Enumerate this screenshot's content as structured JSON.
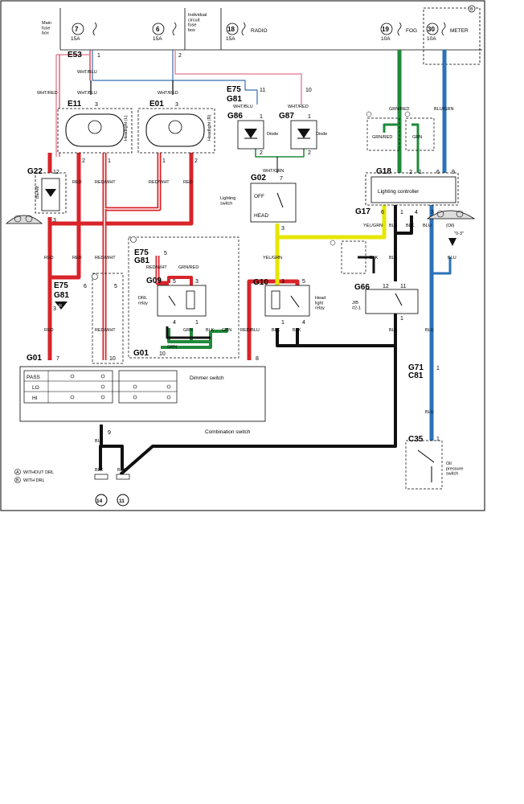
{
  "fuse_box": {
    "main_label": "Main\nfuse\nbox",
    "individual_label": "Individual\ncircuit\nfuse\nbox",
    "fuses": [
      {
        "num": "7",
        "amp": "15A",
        "name": ""
      },
      {
        "num": "6",
        "amp": "15A",
        "name": ""
      },
      {
        "num": "18",
        "amp": "15A",
        "name": "RADIO"
      },
      {
        "num": "19",
        "amp": "10A",
        "name": "FOG"
      },
      {
        "num": "30",
        "amp": "10A",
        "name": "METER"
      }
    ],
    "note_marker": "B"
  },
  "connectors": {
    "e53": "E53",
    "e11": "E11",
    "e01": "E01",
    "e75a": "E75",
    "g81a": "G81",
    "g86": "G86",
    "g87": "G87",
    "g22": "G22",
    "g02": "G02",
    "g18": "G18",
    "g17": "G17",
    "e75b": "E75",
    "g81b": "G81",
    "g09": "G09",
    "g10": "G10",
    "g66": "G66",
    "e75c": "E75",
    "g81c": "G81",
    "g01a": "G01",
    "g01b": "G01",
    "g71": "G71",
    "c81": "C81",
    "c35": "C35"
  },
  "components": {
    "headlight_l": "Headlight (L)",
    "headlight_r": "Headlight (R)",
    "diode_1": "Diode",
    "diode_2": "Diode",
    "lighting_switch": "Lighting\nswitch",
    "lighting_switch_off": "OFF",
    "lighting_switch_head": "HEAD",
    "lighting_controller": "Lighting controller",
    "drl_relay": "DRL\nrelay",
    "head_light_relay": "Head\nlight\nrelay",
    "jb": "J/B\n#2-1",
    "dimmer_switch": "Dimmer switch",
    "combination_switch": "Combination switch",
    "oil_pressure_switch": "Oil\npressure\nswitch",
    "oil_label": "(Oil)",
    "oil_value": "\"0-3\"",
    "beam": "BEAM",
    "dimmer_rows": [
      "PASS",
      "LO",
      "HI"
    ]
  },
  "wire_labels": {
    "wht_blu": "WHT/BLU",
    "wht_red": "WHT/RED",
    "red": "RED",
    "red_wht": "RED/WHT",
    "grn_red": "GRN/RED",
    "grn": "GRN",
    "blu_grn": "BLU/GRN",
    "blu": "BLU",
    "blk": "BLK",
    "yel_grn": "YEL/GRN",
    "wht_grn": "WHT/GRN",
    "red_blu": "RED/BLU"
  },
  "pin_numbers": [
    "1",
    "2",
    "3",
    "4",
    "5",
    "6",
    "7",
    "8",
    "9",
    "10",
    "11",
    "12"
  ],
  "legend": {
    "a_marker": "A",
    "a_text": "WITHOUT DRL",
    "b_marker": "B",
    "b_text": "WITH DRL"
  },
  "grounds": [
    "14",
    "11"
  ],
  "small_markers": {
    "r": "R",
    "one": "1",
    "two": "2",
    "three": "3",
    "k1": "1",
    "k2": "2"
  },
  "colors": {
    "red": "#d8242a",
    "green": "#1f8a3a",
    "blue": "#2b73b8",
    "black": "#111111",
    "yellow": "#e6e600",
    "pink": "#e58aa0"
  }
}
